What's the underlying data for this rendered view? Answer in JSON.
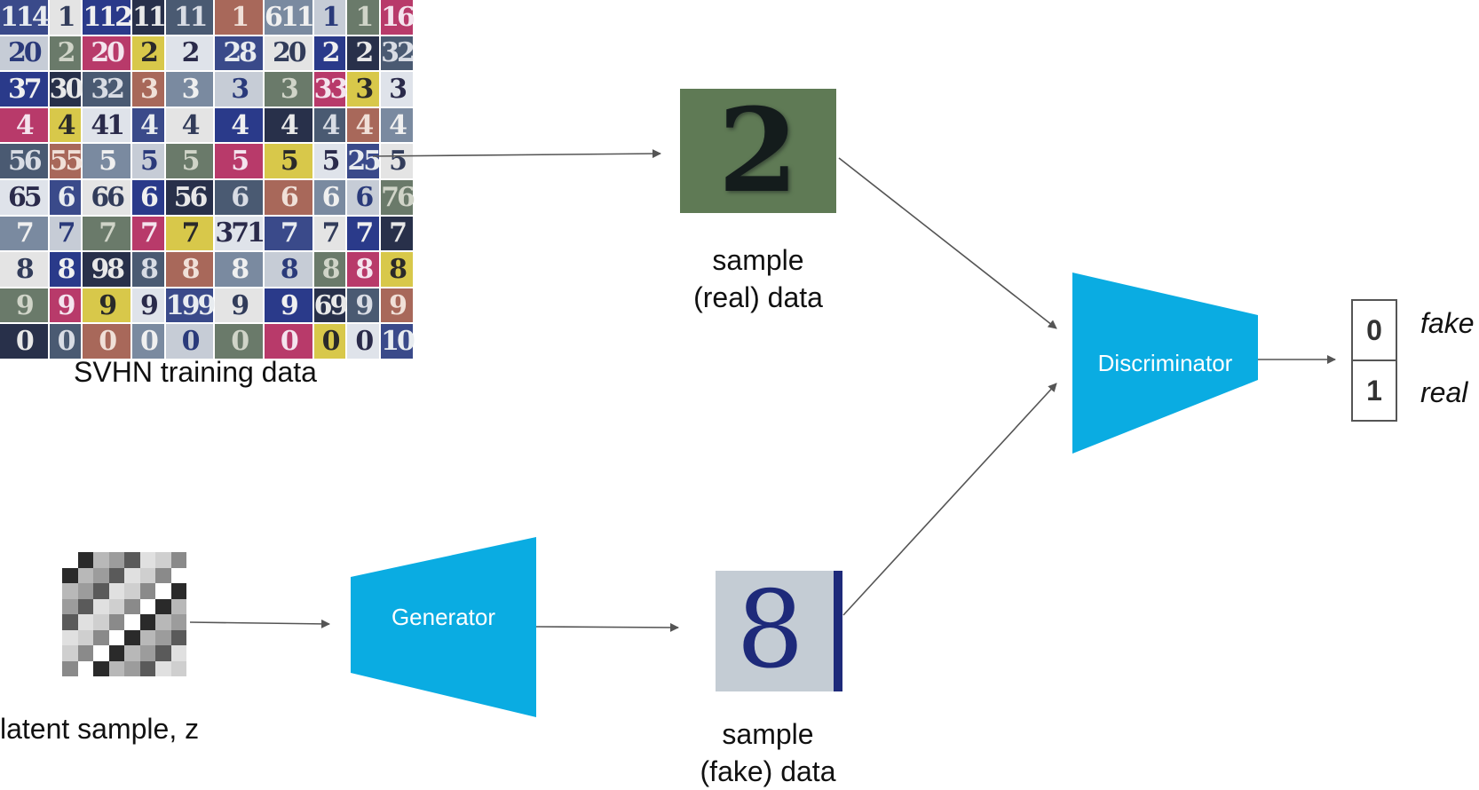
{
  "training": {
    "label": "SVHN training data",
    "tiles": [
      "114",
      "1",
      "112",
      "11",
      "11",
      "1",
      "611",
      "1",
      "1",
      "16",
      "20",
      "2",
      "20",
      "2",
      "2",
      "28",
      "20",
      "2",
      "2",
      "32",
      "37",
      "30",
      "32",
      "3",
      "3",
      "3",
      "3",
      "33",
      "3",
      "3",
      "4",
      "4",
      "41",
      "4",
      "4",
      "4",
      "4",
      "4",
      "4",
      "4",
      "56",
      "55",
      "5",
      "5",
      "5",
      "5",
      "5",
      "5",
      "25",
      "5",
      "65",
      "6",
      "66",
      "6",
      "56",
      "6",
      "6",
      "6",
      "6",
      "76",
      "7",
      "7",
      "7",
      "7",
      "7",
      "371",
      "7",
      "7",
      "7",
      "7",
      "8",
      "8",
      "98",
      "8",
      "8",
      "8",
      "8",
      "8",
      "8",
      "8",
      "9",
      "9",
      "9",
      "9",
      "199",
      "9",
      "9",
      "69",
      "9",
      "9",
      "0",
      "0",
      "0",
      "0",
      "0",
      "0",
      "0",
      "0",
      "0",
      "10"
    ]
  },
  "real_sample": {
    "digit": "2",
    "label_line1": "sample",
    "label_line2": "(real) data"
  },
  "fake_sample": {
    "digit": "8",
    "label_line1": "sample",
    "label_line2": "(fake) data"
  },
  "latent": {
    "label": "latent sample, z"
  },
  "generator": {
    "label": "Generator"
  },
  "discriminator": {
    "label": "Discriminator"
  },
  "output": {
    "values": [
      "0",
      "1"
    ],
    "labels": [
      "fake",
      "real"
    ]
  },
  "colors": {
    "network": "#0aace2",
    "arrow": "#555555",
    "real_bg": "#5f7a55",
    "fake_bg": "#c4ccd4"
  }
}
